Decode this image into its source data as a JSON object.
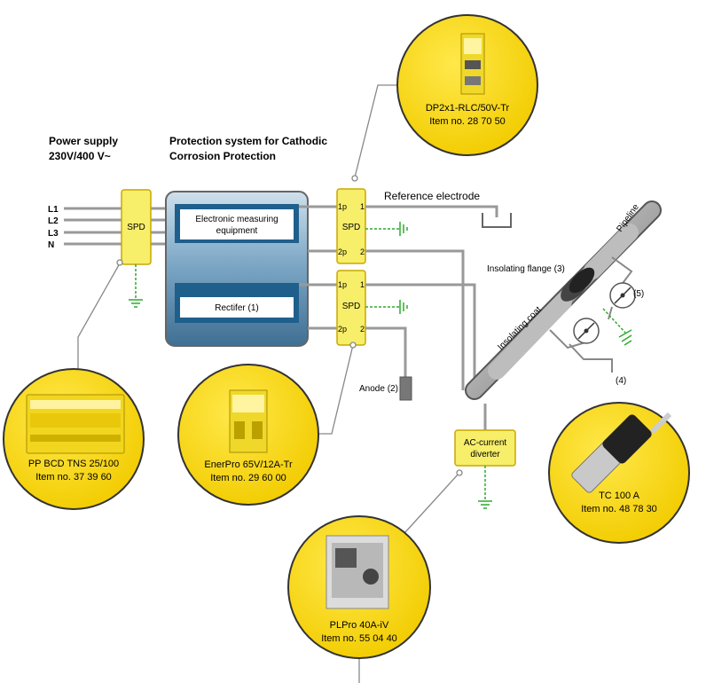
{
  "heading_power": {
    "line1": "Power supply",
    "line2": "230V/400 V~"
  },
  "heading_protection": {
    "line1": "Protection system for Cathodic",
    "line2": "Corrosion Protection"
  },
  "phases": [
    "L1",
    "L2",
    "L3",
    "N"
  ],
  "spd_label": "SPD",
  "box_measuring": {
    "line1": "Electronic measuring",
    "line2": "equipment"
  },
  "box_rectifier": "Rectifer (1)",
  "terminals": {
    "p1": "1p",
    "n1": "1",
    "p2": "2p",
    "n2": "2"
  },
  "reference_electrode": "Reference electrode",
  "anode": "Anode (2)",
  "pipeline": "Pipeline",
  "insulating_flange": "Insolating flange (3)",
  "insulating_coat": "Insolating coat",
  "label_5": "(5)",
  "label_4": "(4)",
  "ac_diverter": {
    "line1": "AC-current",
    "line2": "diverter"
  },
  "products": [
    {
      "name": "DP2x1-RLC/50V-Tr",
      "item": "Item no.  28 70 50"
    },
    {
      "name": "PP BCD TNS 25/100",
      "item": "Item no.  37 39 60"
    },
    {
      "name": "EnerPro 65V/12A-Tr",
      "item": "Item no.  29 60 00"
    },
    {
      "name": "TC 100 A",
      "item": "Item no.  48 78 30"
    },
    {
      "name": "PLPro 40A-iV",
      "item": "Item no.  55 04 40"
    }
  ],
  "colors": {
    "yellow": "#f5d400",
    "spd_fill": "#f7ee6a",
    "blue": "#3f7fa8",
    "box_blue": "#2c6e9c",
    "line": "#888888",
    "ground": "#2eaa2e"
  }
}
